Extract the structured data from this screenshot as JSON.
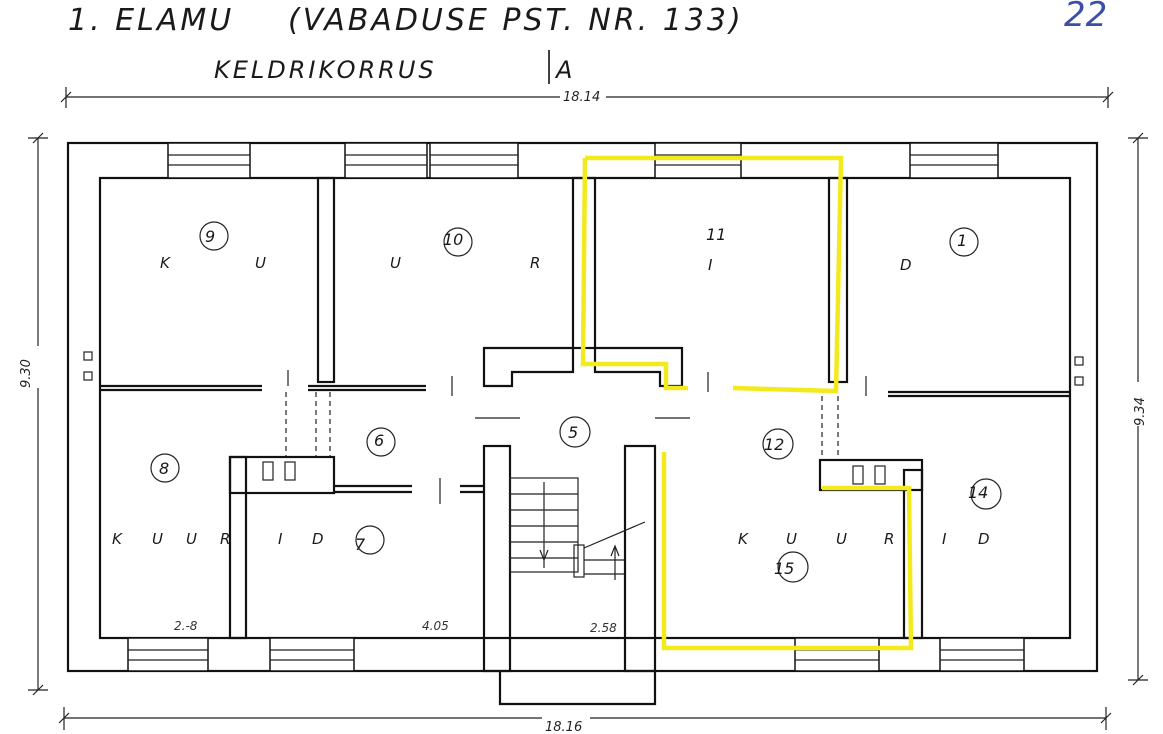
{
  "header": {
    "title": "1. ELAMU",
    "address": "(VABADUSE PST. NR. 133)",
    "floor": "KELDRIKORRUS",
    "section": "A",
    "page_number": "22"
  },
  "dimensions": {
    "top": "18.14",
    "bottom": "18.16",
    "left": "9.30",
    "right": "9.34"
  },
  "rooms": [
    {
      "number": "9",
      "letters": [
        "K",
        "U"
      ]
    },
    {
      "number": "10",
      "letters": [
        "U",
        "R"
      ]
    },
    {
      "number": "11",
      "letters": [
        "I"
      ]
    },
    {
      "number": "1",
      "letters": [
        "D"
      ]
    },
    {
      "number": "8",
      "letters": []
    },
    {
      "number": "6",
      "letters": []
    },
    {
      "number": "5",
      "letters": []
    },
    {
      "number": "12",
      "letters": []
    },
    {
      "number": "7",
      "letters": []
    },
    {
      "number": "15",
      "letters": []
    },
    {
      "number": "14",
      "letters": []
    }
  ],
  "row_text_left": [
    "K",
    "U",
    "U",
    "R",
    "I",
    "D"
  ],
  "row_text_right": [
    "K",
    "U",
    "U",
    "R",
    "I",
    "D"
  ],
  "small_dims": [
    "2.-8",
    "4.05",
    "2.58"
  ],
  "highlight_color": "#f2ea1d"
}
